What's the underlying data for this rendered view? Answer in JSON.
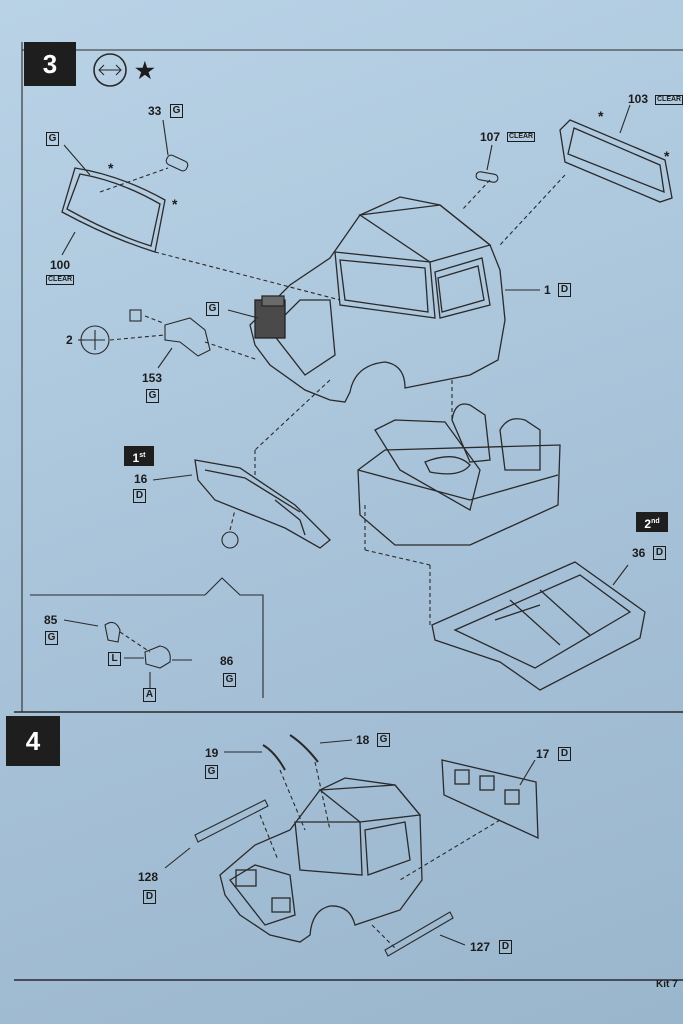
{
  "steps": [
    {
      "number": "3",
      "symbol": "★"
    },
    {
      "number": "4"
    }
  ],
  "order_tags": {
    "first": "1",
    "first_sup": "st",
    "second": "2",
    "second_sup": "nd"
  },
  "clear_tag": "CLEAR",
  "parts": {
    "p33": {
      "num": "33",
      "tree": "G"
    },
    "p103": {
      "num": "103"
    },
    "p107": {
      "num": "107"
    },
    "pG": {
      "tree": "G"
    },
    "p100": {
      "num": "100"
    },
    "p1": {
      "num": "1",
      "tree": "D"
    },
    "p2": {
      "num": "2"
    },
    "pG2": {
      "tree": "G"
    },
    "p153": {
      "num": "153",
      "tree": "G"
    },
    "p16": {
      "num": "16",
      "tree": "D"
    },
    "p36": {
      "num": "36",
      "tree": "D"
    },
    "p85": {
      "num": "85",
      "tree": "G"
    },
    "pL": {
      "tree": "L"
    },
    "p86": {
      "num": "86",
      "tree": "G"
    },
    "pA": {
      "tree": "A"
    },
    "p19": {
      "num": "19",
      "tree": "G"
    },
    "p18": {
      "num": "18",
      "tree": "G"
    },
    "p17": {
      "num": "17",
      "tree": "D"
    },
    "p128": {
      "num": "128",
      "tree": "D"
    },
    "p127": {
      "num": "127",
      "tree": "D"
    }
  },
  "footer": {
    "kit": "Kit 7"
  }
}
